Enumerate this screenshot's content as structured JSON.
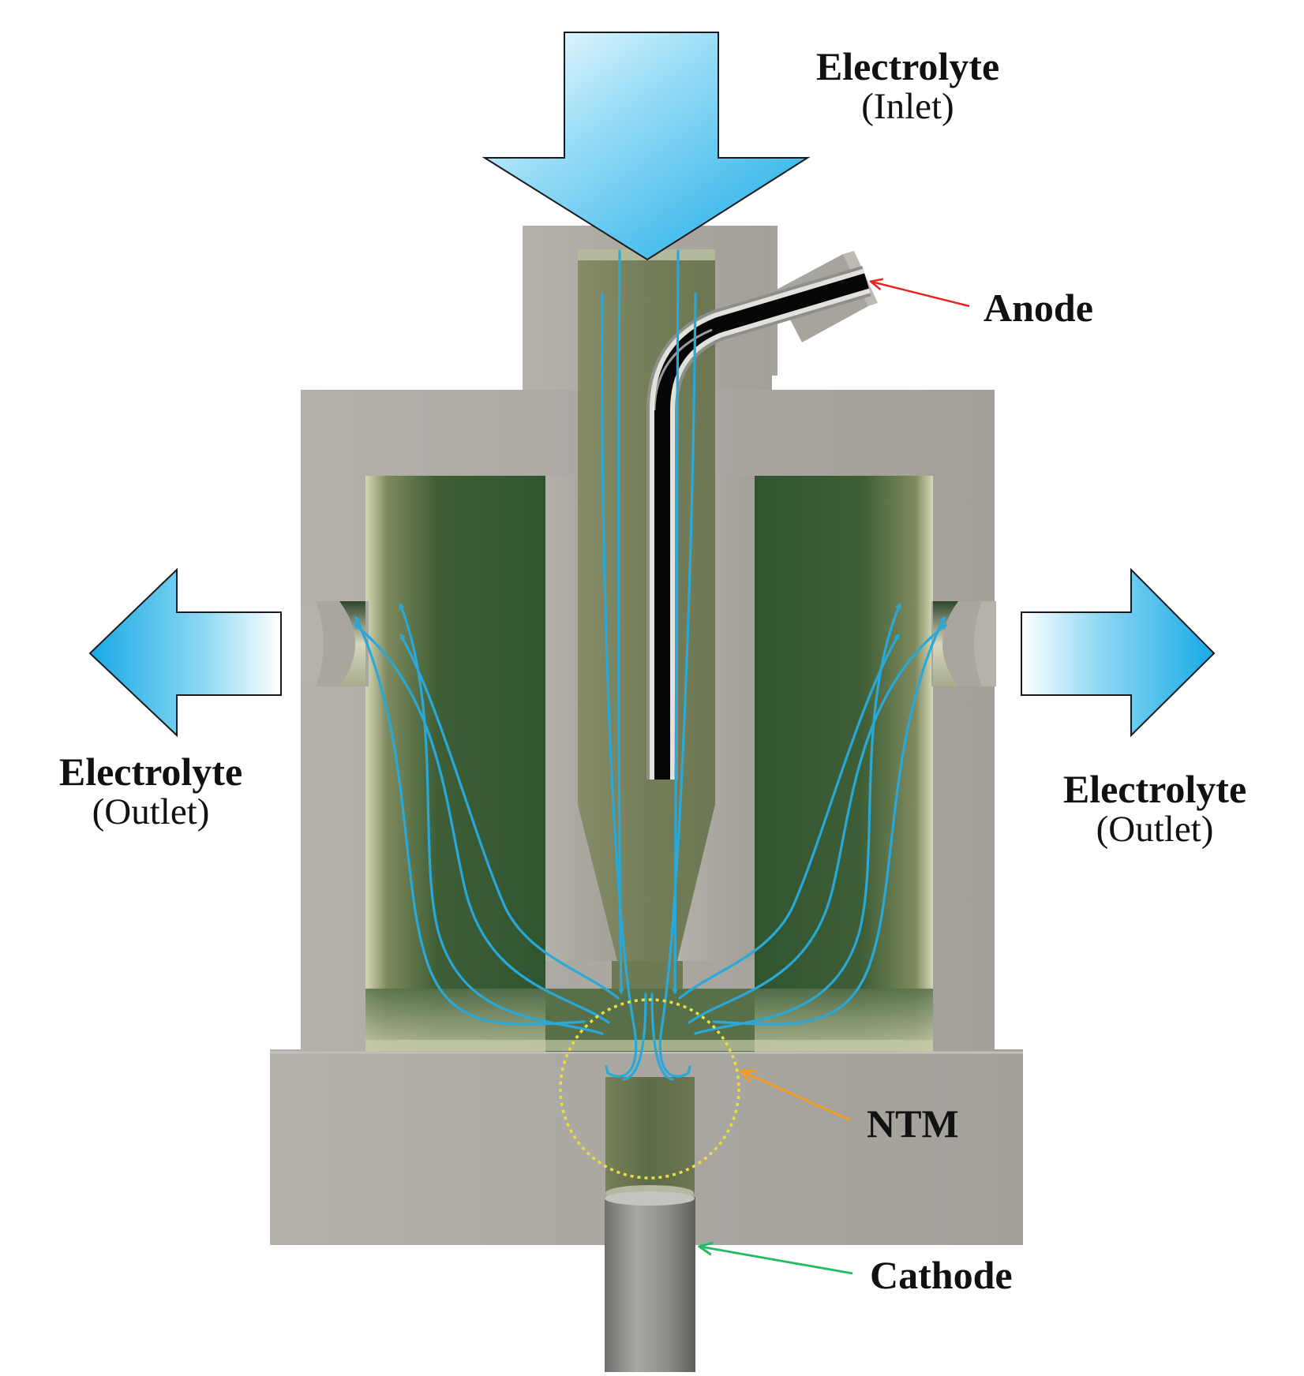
{
  "labels": {
    "inlet_title": "Electrolyte",
    "inlet_sub": "(Inlet)",
    "anode": "Anode",
    "outlet_left_title": "Electrolyte",
    "outlet_left_sub": "(Outlet)",
    "outlet_right_title": "Electrolyte",
    "outlet_right_sub": "(Outlet)",
    "ntm": "NTM",
    "cathode": "Cathode"
  },
  "colors": {
    "body": "#a9a6a0",
    "chamber": "#3f6138",
    "flow": "#2aa8d8",
    "arrow": "#29b6ee",
    "anode_pointer": "#ee2222",
    "ntm_pointer": "#f0a020",
    "ntm_circle": "#e8e040",
    "cathode_pointer": "#22bb66"
  }
}
